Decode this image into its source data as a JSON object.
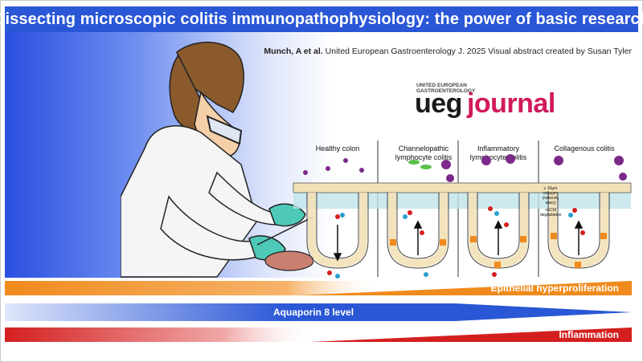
{
  "title": "Dissecting microscopic colitis immunopathophysiology: the power of basic research",
  "byline": {
    "author": "Munch, A et al.",
    "citation": "United European Gastroenterology J. 2025 Visual abstract created by Susan Tyler"
  },
  "logo": {
    "small_line1": "UNITED EUROPEAN",
    "small_line2": "GASTROENTEROLOGY",
    "word1": "ueg",
    "word2": "journal"
  },
  "panels": [
    {
      "label": "Healthy colon"
    },
    {
      "label": "Channelopathic lymphocyte colitis"
    },
    {
      "label": "Inflammatory lymphocyte colitis"
    },
    {
      "label": "Collagenous colitis"
    }
  ],
  "collagen_note": {
    "line1": "≥ 10µm collagen (network, wavy)",
    "line2": "+ECM degradation"
  },
  "bars": [
    {
      "label": "Epithelial hyperproliferation",
      "color": "#f08a1c"
    },
    {
      "label": "Aquaporin 8 level",
      "color": "#2a57d6"
    },
    {
      "label": "Inflammation",
      "color": "#d41f1f"
    }
  ],
  "colors": {
    "title_bg": "#2a57d6",
    "logo_accent": "#d01a5c"
  }
}
